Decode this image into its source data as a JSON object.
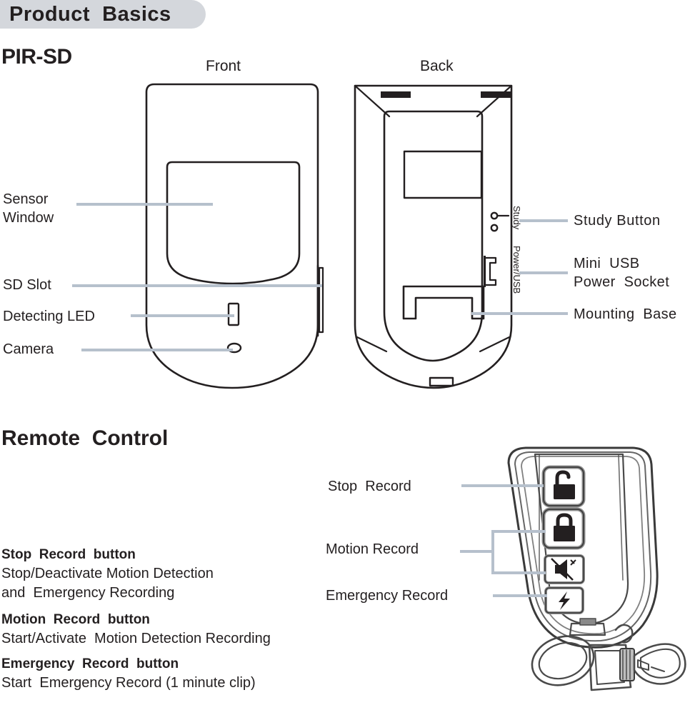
{
  "banner": {
    "title": "Product  Basics",
    "background_color": "#d4d7dc"
  },
  "device_section": {
    "model": "PIR-SD",
    "views": {
      "front_caption": "Front",
      "back_caption": "Back"
    },
    "silkscreen": {
      "study": "Study",
      "power_usb": "Power/USB"
    },
    "callouts_left": [
      {
        "name": "sensor-window",
        "label": "Sensor\nWindow"
      },
      {
        "name": "sd-slot",
        "label": "SD Slot"
      },
      {
        "name": "detecting-led",
        "label": "Detecting LED"
      },
      {
        "name": "camera",
        "label": "Camera"
      }
    ],
    "callouts_right": [
      {
        "name": "study-button",
        "label": "Study Button"
      },
      {
        "name": "mini-usb-power-socket",
        "label": "Mini  USB\nPower  Socket"
      },
      {
        "name": "mounting-base",
        "label": "Mounting  Base"
      }
    ]
  },
  "remote_section": {
    "heading": "Remote  Control",
    "callouts": [
      {
        "name": "stop-record",
        "label": "Stop  Record",
        "icon": "unlock-padlock-icon"
      },
      {
        "name": "motion-record",
        "label": "Motion Record",
        "icon": "lock-padlock-icon"
      },
      {
        "name": "emergency-record",
        "label": "Emergency Record",
        "icon": "lightning-bolt-icon"
      }
    ],
    "button_icons": [
      "unlock-padlock-icon",
      "lock-padlock-icon",
      "mute-speaker-icon",
      "lightning-bolt-icon"
    ],
    "descriptions": [
      {
        "name": "stop-record",
        "title": "Stop  Record  button",
        "lines": [
          "Stop/Deactivate Motion Detection",
          "and  Emergency Recording"
        ]
      },
      {
        "name": "motion-record",
        "title": "Motion  Record  button",
        "lines": [
          "Start/Activate  Motion Detection Recording"
        ]
      },
      {
        "name": "emergency-record",
        "title": "Emergency  Record  button",
        "lines": [
          "Start  Emergency Record (1 minute clip)"
        ]
      }
    ]
  },
  "colors": {
    "leader_line": "#b6c0cc",
    "ink": "#231f20",
    "banner": "#d4d7dc"
  }
}
